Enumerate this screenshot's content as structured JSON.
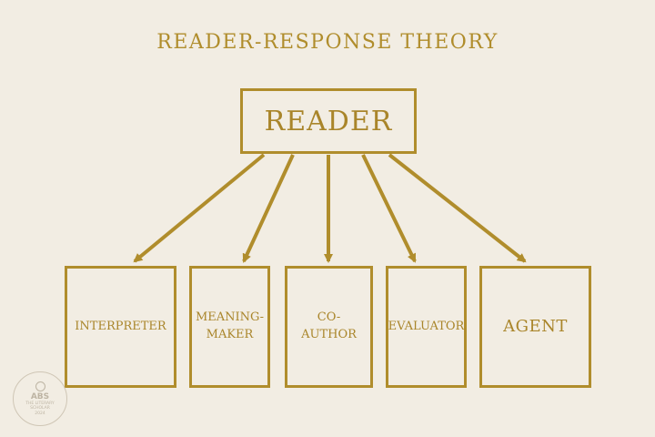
{
  "title": "READER-RESPONSE THEORY",
  "root": {
    "label": "READER"
  },
  "children": [
    {
      "label": "INTERPRETER"
    },
    {
      "label": "MEANING-\nMAKER"
    },
    {
      "label": "CO-\nAUTHOR"
    },
    {
      "label": "EVALUATOR"
    },
    {
      "label": "AGENT"
    }
  ],
  "watermark": {
    "abbr": "ABS",
    "text": [
      "THE LITERARY",
      "SCHOLAR",
      "2024"
    ]
  },
  "colors": {
    "accent": "#b08d2c",
    "background": "#f2ede3"
  }
}
